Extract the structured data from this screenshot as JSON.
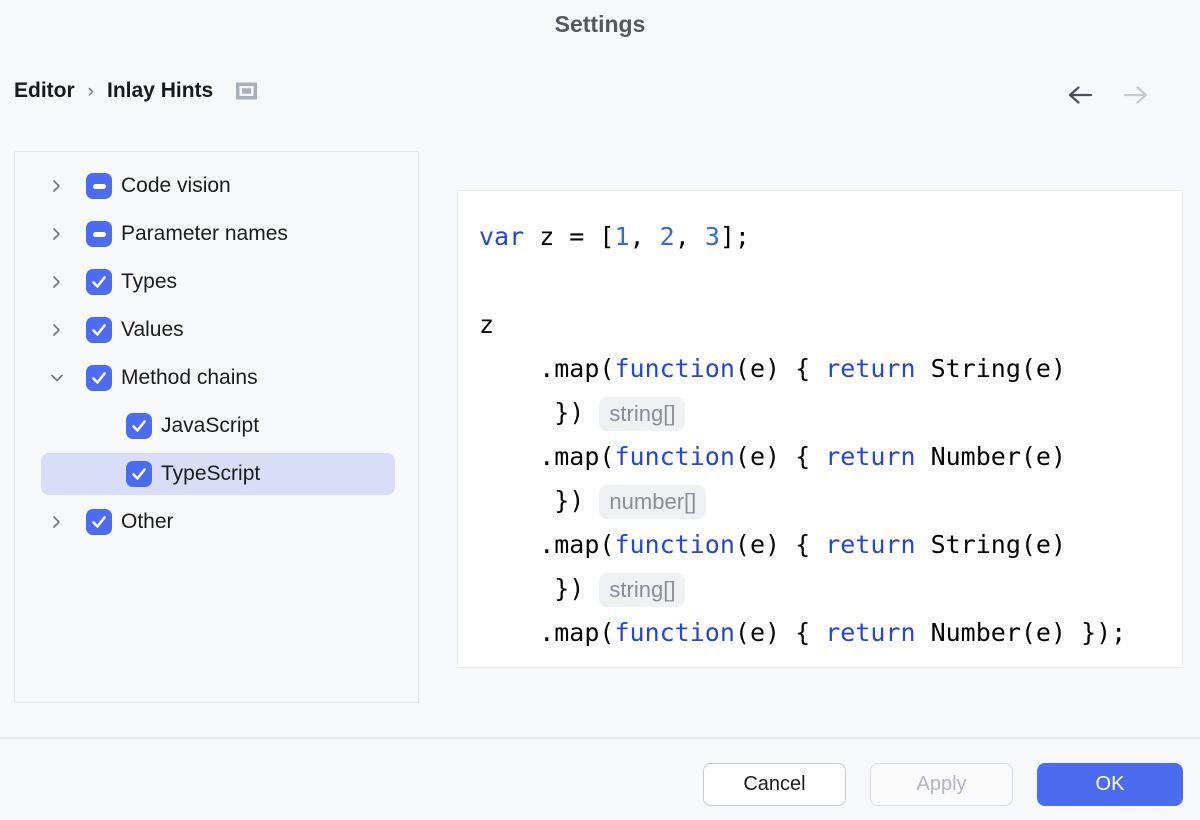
{
  "window": {
    "title": "Settings"
  },
  "breadcrumb": {
    "items": [
      "Editor",
      "Inlay Hints"
    ],
    "separator": "›",
    "icon": "editor-preview-toggle"
  },
  "nav": {
    "back_enabled": true,
    "forward_enabled": false
  },
  "tree": {
    "items": [
      {
        "label": "Code vision",
        "state": "indeterminate",
        "chevron": "right",
        "level": 0,
        "selected": false
      },
      {
        "label": "Parameter names",
        "state": "indeterminate",
        "chevron": "right",
        "level": 0,
        "selected": false
      },
      {
        "label": "Types",
        "state": "checked",
        "chevron": "right",
        "level": 0,
        "selected": false
      },
      {
        "label": "Values",
        "state": "checked",
        "chevron": "right",
        "level": 0,
        "selected": false
      },
      {
        "label": "Method chains",
        "state": "checked",
        "chevron": "down",
        "level": 0,
        "selected": false
      },
      {
        "label": "JavaScript",
        "state": "checked",
        "chevron": "none",
        "level": 1,
        "selected": false
      },
      {
        "label": "TypeScript",
        "state": "checked",
        "chevron": "none",
        "level": 1,
        "selected": true
      },
      {
        "label": "Other",
        "state": "checked",
        "chevron": "right",
        "level": 0,
        "selected": false
      }
    ]
  },
  "preview": {
    "lines": [
      [
        {
          "t": "var",
          "s": "kw"
        },
        {
          "t": " z = [",
          "s": "pl"
        },
        {
          "t": "1",
          "s": "num"
        },
        {
          "t": ", ",
          "s": "pl"
        },
        {
          "t": "2",
          "s": "num"
        },
        {
          "t": ", ",
          "s": "pl"
        },
        {
          "t": "3",
          "s": "num"
        },
        {
          "t": "];",
          "s": "pl"
        }
      ],
      [],
      [
        {
          "t": "z",
          "s": "pl"
        }
      ],
      [
        {
          "t": "    .map(",
          "s": "pl"
        },
        {
          "t": "function",
          "s": "kw"
        },
        {
          "t": "(e) { ",
          "s": "pl"
        },
        {
          "t": "return",
          "s": "kw"
        },
        {
          "t": " String(e)",
          "s": "pl"
        }
      ],
      [
        {
          "t": "     }) ",
          "s": "pl"
        },
        {
          "t": "string[]",
          "s": "hint"
        }
      ],
      [
        {
          "t": "    .map(",
          "s": "pl"
        },
        {
          "t": "function",
          "s": "kw"
        },
        {
          "t": "(e) { ",
          "s": "pl"
        },
        {
          "t": "return",
          "s": "kw"
        },
        {
          "t": " Number(e)",
          "s": "pl"
        }
      ],
      [
        {
          "t": "     }) ",
          "s": "pl"
        },
        {
          "t": "number[]",
          "s": "hint"
        }
      ],
      [
        {
          "t": "    .map(",
          "s": "pl"
        },
        {
          "t": "function",
          "s": "kw"
        },
        {
          "t": "(e) { ",
          "s": "pl"
        },
        {
          "t": "return",
          "s": "kw"
        },
        {
          "t": " String(e)",
          "s": "pl"
        }
      ],
      [
        {
          "t": "     }) ",
          "s": "pl"
        },
        {
          "t": "string[]",
          "s": "hint"
        }
      ],
      [
        {
          "t": "    .map(",
          "s": "pl"
        },
        {
          "t": "function",
          "s": "kw"
        },
        {
          "t": "(e) { ",
          "s": "pl"
        },
        {
          "t": "return",
          "s": "kw"
        },
        {
          "t": " Number(e) });",
          "s": "pl"
        }
      ]
    ]
  },
  "footer": {
    "cancel_label": "Cancel",
    "apply_label": "Apply",
    "ok_label": "OK"
  },
  "colors": {
    "accent": "#4C6CF0",
    "selection_bg": "#D9DDF7",
    "keyword": "#2646D4",
    "number": "#2E6BE5",
    "hint_bg": "#F0F1F3",
    "hint_text": "#8C8E96"
  }
}
